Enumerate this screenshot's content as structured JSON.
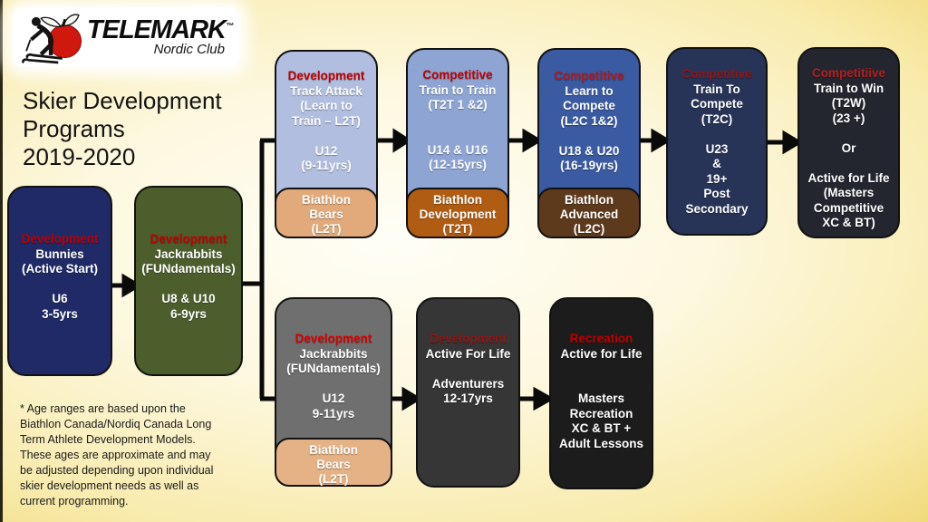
{
  "logo": {
    "brand": "TELEMARK",
    "trademark": "™",
    "subtitle": "Nordic Club",
    "apple_color": "#d0180f"
  },
  "title": "Skier Development\nPrograms\n2019-2020",
  "footnote": "* Age ranges are based upon the\nBiathlon Canada/Nordiq Canada Long\nTerm Athlete Development Models.\nThese ages are approximate and  may\nbe adjusted depending upon individual\nskier development needs as well as\ncurrent programming.",
  "palette": {
    "background_center": "#fffef6",
    "background_gold": "#e7c04a",
    "connector": "#0a0a0a",
    "heading_red": "#c00000"
  },
  "boxes": {
    "bunnies": {
      "category": "Development",
      "cat_color": "#c00000",
      "body": "Bunnies\n(Active Start)\n\nU6\n3-5yrs",
      "bg": "#1f2a66"
    },
    "jackrabbits_u8": {
      "category": "Development",
      "cat_color": "#c00000",
      "body": "Jackrabbits\n(FUNdamentals)\n\nU8 & U10\n6-9yrs",
      "bg": "#4c5e2c"
    },
    "track_attack": {
      "category": "Development",
      "cat_color": "#c00000",
      "body": "Track Attack\n(Learn to\nTrain – L2T)\n\nU12\n(9-11yrs)",
      "bg": "#b1bedf",
      "sub": "Biathlon\nBears\n(L2T)",
      "sub_bg": "#e2aa7b"
    },
    "train_to_train": {
      "category": "Competitive",
      "cat_color": "#c00000",
      "body": "Train to Train\n(T2T 1 &2)\n\n\nU14 & U16\n(12-15yrs)",
      "bg": "#8ea5d3",
      "sub": "Biathlon\nDevelopment\n(T2T)",
      "sub_bg": "#b05c13"
    },
    "learn_to_compete": {
      "category": "Competitive",
      "cat_color": "#b01a1a",
      "body": "Learn to\nCompete\n(L2C 1&2)\n\nU18 & U20\n(16-19yrs)",
      "bg": "#3a5aa2",
      "sub": "Biathlon\nAdvanced\n(L2C)",
      "sub_bg": "#5e3a1d"
    },
    "train_to_compete": {
      "category": "Competitive",
      "cat_color": "#8f1717",
      "body": "Train To\nCompete\n(T2C)\n\nU23\n&\n19+\nPost\nSecondary",
      "bg": "#273457"
    },
    "train_to_win": {
      "category": "Competitiive",
      "cat_color": "#b31f1f",
      "body": "Train to Win\n(T2W)\n(23 +)\n\nOr\n\nActive for Life\n(Masters\nCompetitive\nXC & BT)",
      "bg": "#23262f"
    },
    "jackrabbits_u12": {
      "category": "Development",
      "cat_color": "#d40000",
      "body": "Jackrabbits\n(FUNdamentals)\n\nU12\n9-11yrs",
      "bg": "#6f6f6f",
      "sub": "Biathlon\nBears\n(L2T)",
      "sub_bg": "#e5b285"
    },
    "active_for_life_youth": {
      "category": "Development",
      "cat_color": "#8f1717",
      "body": "Active For Life\n\nAdventurers\n12-17yrs",
      "bg": "#363636"
    },
    "recreation": {
      "category": "Recreation",
      "cat_color": "#c00000",
      "body": "Active for Life\n\n\nMasters\nRecreation\nXC & BT  +\nAdult Lessons",
      "bg": "#1c1c1c"
    }
  }
}
